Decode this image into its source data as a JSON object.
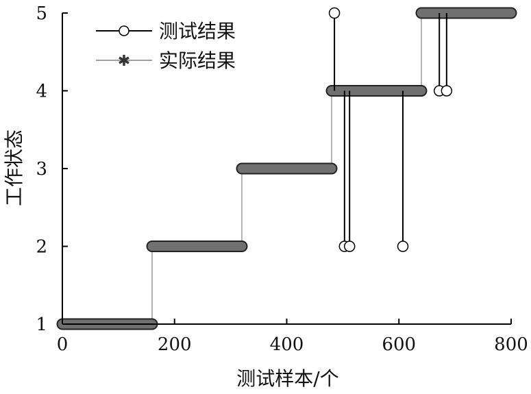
{
  "chart_data": {
    "type": "line",
    "xlabel": "测试样本/个",
    "ylabel": "工作状态",
    "xlim": [
      0,
      800
    ],
    "ylim": [
      1,
      5
    ],
    "x_ticks": [
      0,
      200,
      400,
      600,
      800
    ],
    "y_ticks": [
      1,
      2,
      3,
      4,
      5
    ],
    "grid": false,
    "legend_position": "top-left",
    "series": [
      {
        "name": "测试结果",
        "color": "#000000",
        "marker": "circle",
        "segments": [
          {
            "x": [
              0,
              160
            ],
            "y": 1
          },
          {
            "x": [
              160,
              320
            ],
            "y": 2
          },
          {
            "x": [
              320,
              480
            ],
            "y": 3
          },
          {
            "x": [
              480,
              640
            ],
            "y": 4
          },
          {
            "x": [
              640,
              800
            ],
            "y": 5
          }
        ],
        "outliers": [
          {
            "x": 485,
            "y": 5
          },
          {
            "x": 503,
            "y": 2
          },
          {
            "x": 512,
            "y": 2
          },
          {
            "x": 607,
            "y": 2
          },
          {
            "x": 672,
            "y": 4
          },
          {
            "x": 685,
            "y": 4
          }
        ]
      },
      {
        "name": "实际结果",
        "color": "#808080",
        "marker": "star",
        "values_by_range": [
          {
            "x": [
              0,
              160
            ],
            "y": 1
          },
          {
            "x": [
              160,
              320
            ],
            "y": 2
          },
          {
            "x": [
              320,
              480
            ],
            "y": 3
          },
          {
            "x": [
              480,
              640
            ],
            "y": 4
          },
          {
            "x": [
              640,
              800
            ],
            "y": 5
          }
        ]
      }
    ]
  }
}
